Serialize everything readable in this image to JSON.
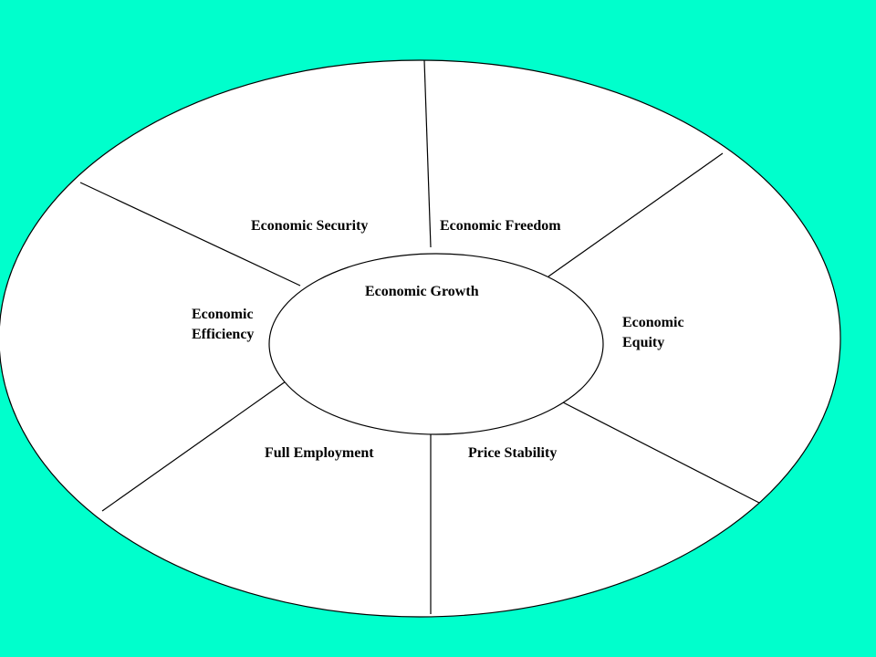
{
  "background_color": "#00FFCC",
  "shape_fill": "#FFFFFF",
  "line_color": "#000000",
  "center": {
    "label": "Economic Growth"
  },
  "goals": {
    "security": "Economic Security",
    "freedom": "Economic Freedom",
    "efficiency_line1": "Economic",
    "efficiency_line2": "Efficiency",
    "equity_line1": "Economic",
    "equity_line2": "Equity",
    "full_employment": "Full Employment",
    "price_stability": "Price Stability"
  }
}
